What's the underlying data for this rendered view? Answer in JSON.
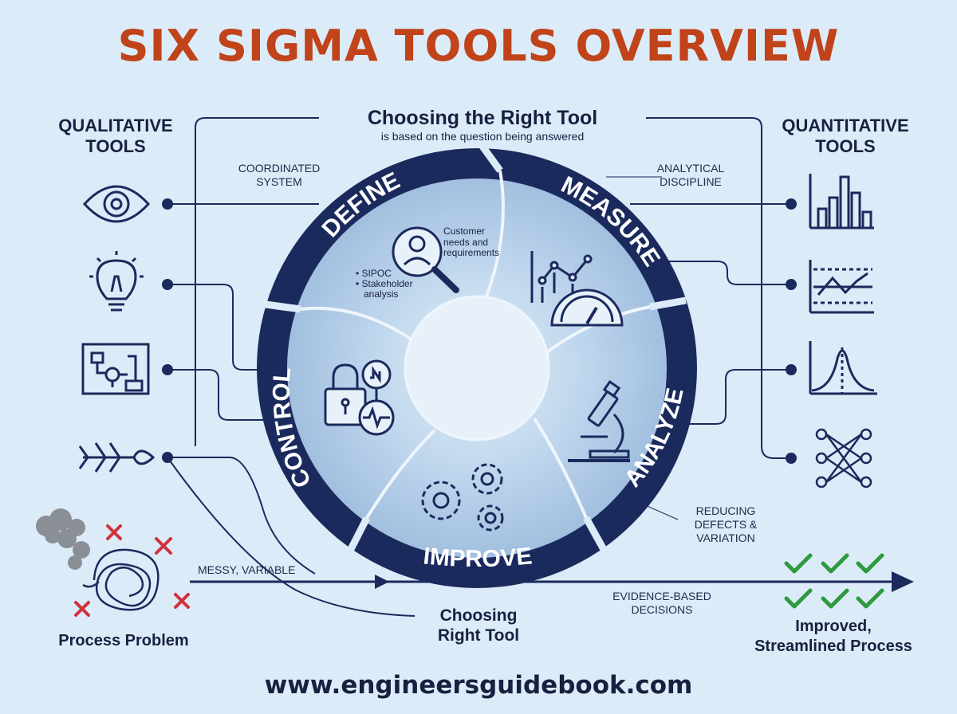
{
  "title": "SIX SIGMA TOOLS OVERVIEW",
  "center_note": {
    "title": "Choosing the Right Tool",
    "subtitle": "is based on the question being answered"
  },
  "qualitative": {
    "heading_line1": "QUALITATIVE",
    "heading_line2": "TOOLS"
  },
  "quantitative": {
    "heading_line1": "QUANTITATIVE",
    "heading_line2": "TOOLS"
  },
  "annotations": {
    "coordinated_1": "COORDINATED",
    "coordinated_2": "SYSTEM",
    "analytical_1": "ANALYTICAL",
    "analytical_2": "DISCIPLINE",
    "reducing_1": "REDUCING",
    "reducing_2": "DEFECTS &",
    "reducing_3": "VARIATION",
    "messy": "MESSY, VARIABLE",
    "evidence_1": "EVIDENCE-BASED",
    "evidence_2": "DECISIONS"
  },
  "phases": {
    "define": "DEFINE",
    "measure": "MEASURE",
    "analyze": "ANALYZE",
    "improve": "IMPROVE",
    "control": "CONTROL"
  },
  "define_detail": {
    "needs_1": "Customer",
    "needs_2": "needs and",
    "needs_3": "requirements",
    "sipoc": "• SIPOC",
    "stakeholder_1": "• Stakeholder",
    "stakeholder_2": "analysis"
  },
  "choosing": {
    "line1": "Choosing",
    "line2": "Right Tool"
  },
  "process_problem": "Process Problem",
  "improved": {
    "line1": "Improved,",
    "line2": "Streamlined Process"
  },
  "url": "www.engineersguidebook.com",
  "colors": {
    "navy": "#1b2a5c",
    "title_orange": "#c0431a",
    "background": "#dcebf8",
    "inner_fill": "#a9c6e4",
    "check_green": "#2e9a3f",
    "cross_red": "#d2313b"
  },
  "icons": {
    "qualitative": [
      "eye-icon",
      "lightbulb-icon",
      "flowchart-icon",
      "fishbone-icon"
    ],
    "quantitative": [
      "histogram-icon",
      "control-chart-icon",
      "normal-distribution-icon",
      "network-icon"
    ]
  }
}
